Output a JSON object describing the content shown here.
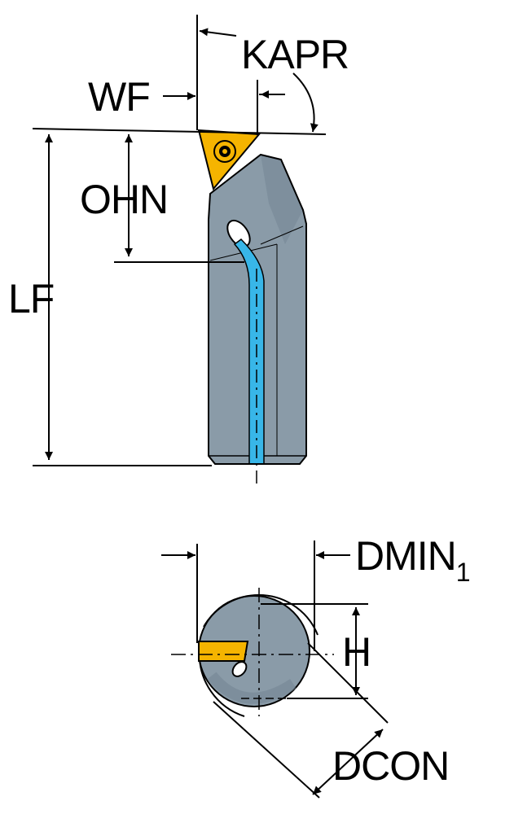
{
  "labels": {
    "kapr": "KAPR",
    "wf": "WF",
    "ohn": "OHN",
    "lf": "LF",
    "dmin_main": "DMIN",
    "dmin_sub": "1",
    "h": "H",
    "dcon": "DCON"
  },
  "colors": {
    "body": "#8a9ba8",
    "body_shade": "#6f8190",
    "insert": "#f5b400",
    "coolant": "#38b6e8",
    "line": "#000000"
  }
}
